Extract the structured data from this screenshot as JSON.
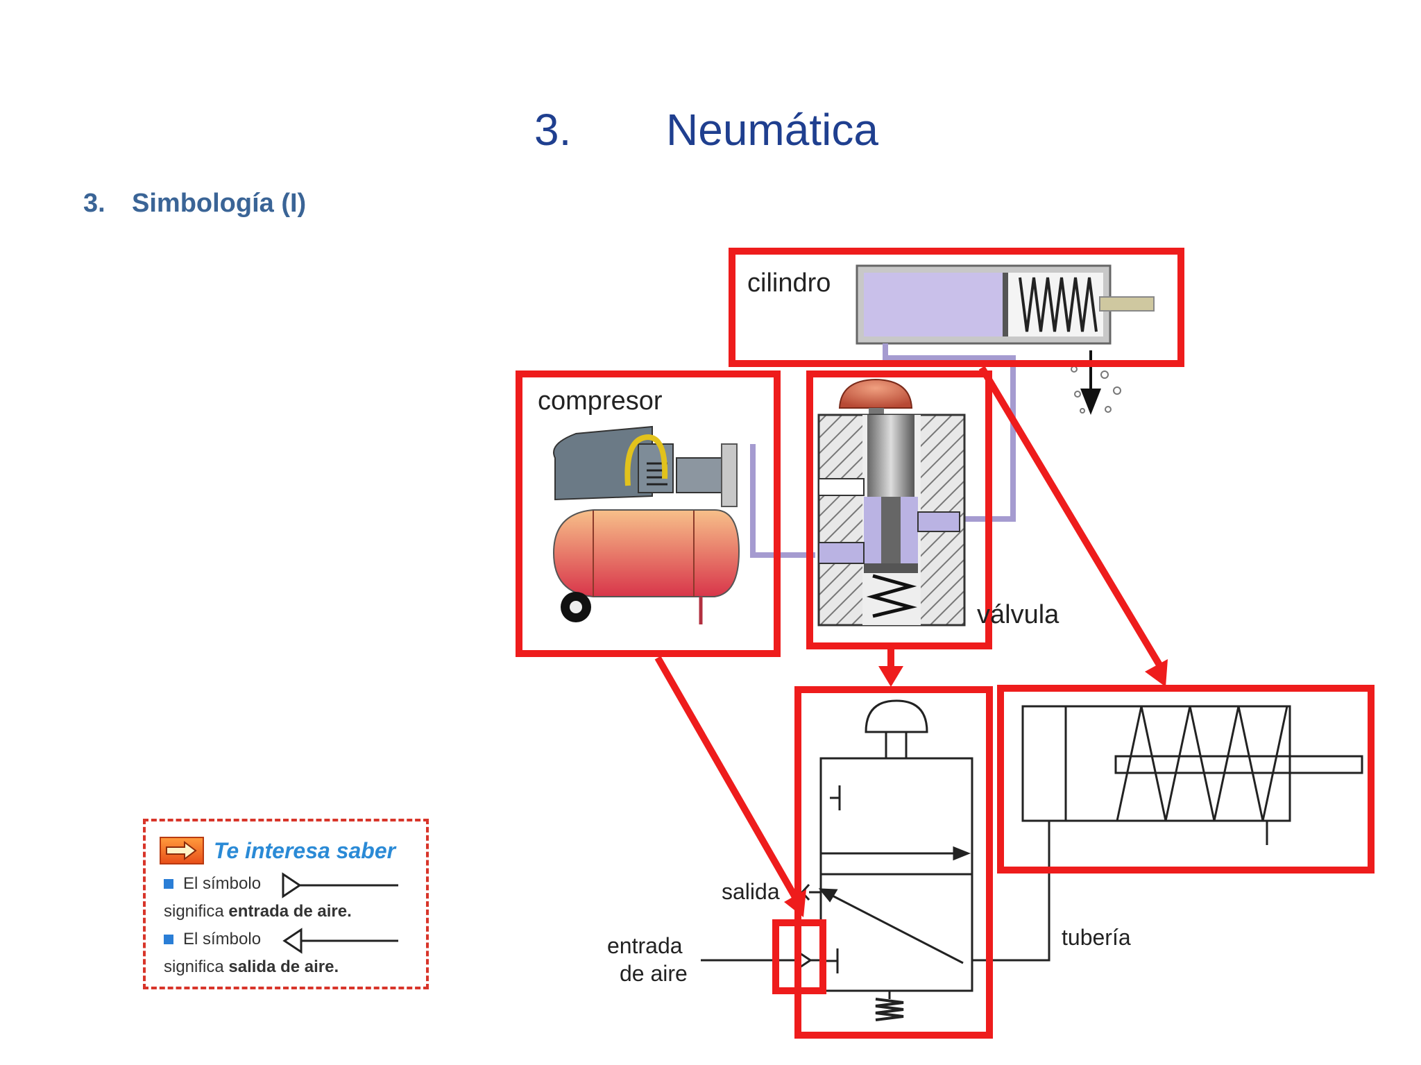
{
  "slide": {
    "title_number": "3.",
    "title_text": "Neumática",
    "subtitle_number": "3.",
    "subtitle_text": "Simbología (I)"
  },
  "diagram": {
    "labels": {
      "cilindro": "cilindro",
      "compresor": "compresor",
      "valvula": "válvula",
      "salida": "salida",
      "entrada_line1": "entrada",
      "entrada_line2": "de aire",
      "tuberia": "tubería"
    },
    "highlight_color": "#ee1c1c"
  },
  "info_box": {
    "header": "Te interesa saber",
    "item1_prefix": "El símbolo",
    "item1_text_pre": "significa ",
    "item1_text_bold": "entrada de aire.",
    "item2_prefix": "El símbolo",
    "item2_text_pre": "significa ",
    "item2_text_bold": "salida de aire."
  }
}
